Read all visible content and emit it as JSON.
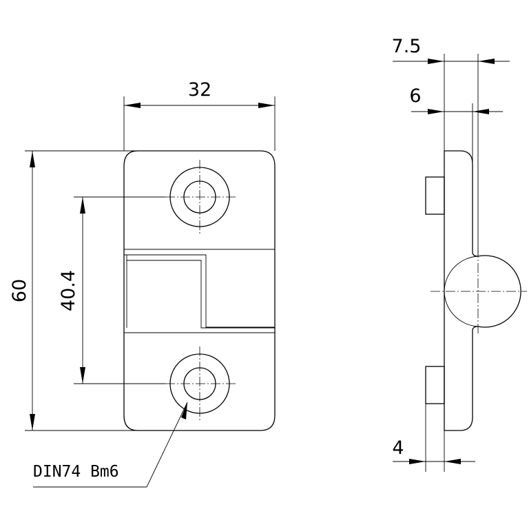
{
  "front_view": {
    "dim_width": "32",
    "dim_height": "60",
    "dim_hole_spacing": "40.4"
  },
  "side_view": {
    "dim_total_thickness": "7.5",
    "dim_plate_thickness": "6",
    "dim_boss_thickness": "4"
  },
  "callout": {
    "hole_standard": "DIN74 Bm6"
  }
}
